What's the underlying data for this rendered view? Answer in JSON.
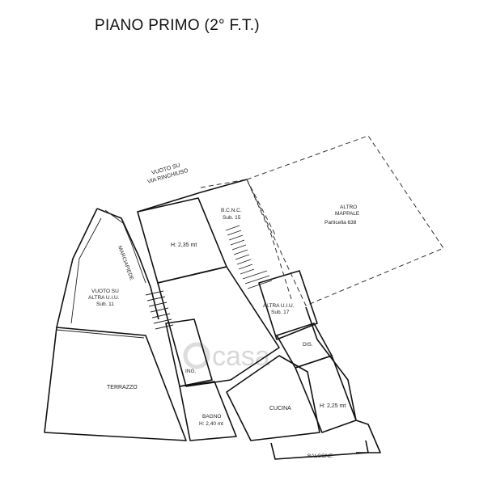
{
  "title": "PIANO PRIMO (2° F.T.)",
  "labels": {
    "vuoto_via_1": "VUOTO SU",
    "vuoto_via_2": "VIA RINCHIUSO",
    "bcnc_1": "B.C.N.C.",
    "bcnc_2": "Sub. 15",
    "altro_1": "ALTRO",
    "altro_2": "MAPPALE",
    "altro_3": "Particella 638",
    "height_room": "H: 2,35 mt",
    "marciapiede": "MARCIAPIEDE",
    "vuoto_uiu_1": "VUOTO SU",
    "vuoto_uiu_2": "ALTRA U.I.U.",
    "vuoto_uiu_3": "Sub. 11",
    "altra_uiu_1": "ALTRA U.I.U.",
    "altra_uiu_2": "Sub. 17",
    "dis": "DIS.",
    "ing": "ING.",
    "terrazzo": "TERRAZZO",
    "cucina": "CUCINA",
    "height_right": "H: 2,25 mt",
    "bagno_1": "BAGNO",
    "bagno_2": "H: 2,40 mt",
    "balcone": "BALCONE"
  },
  "watermark": "casa",
  "colors": {
    "wall": "#111111",
    "background": "#ffffff",
    "watermark": "#d8d8d8"
  }
}
